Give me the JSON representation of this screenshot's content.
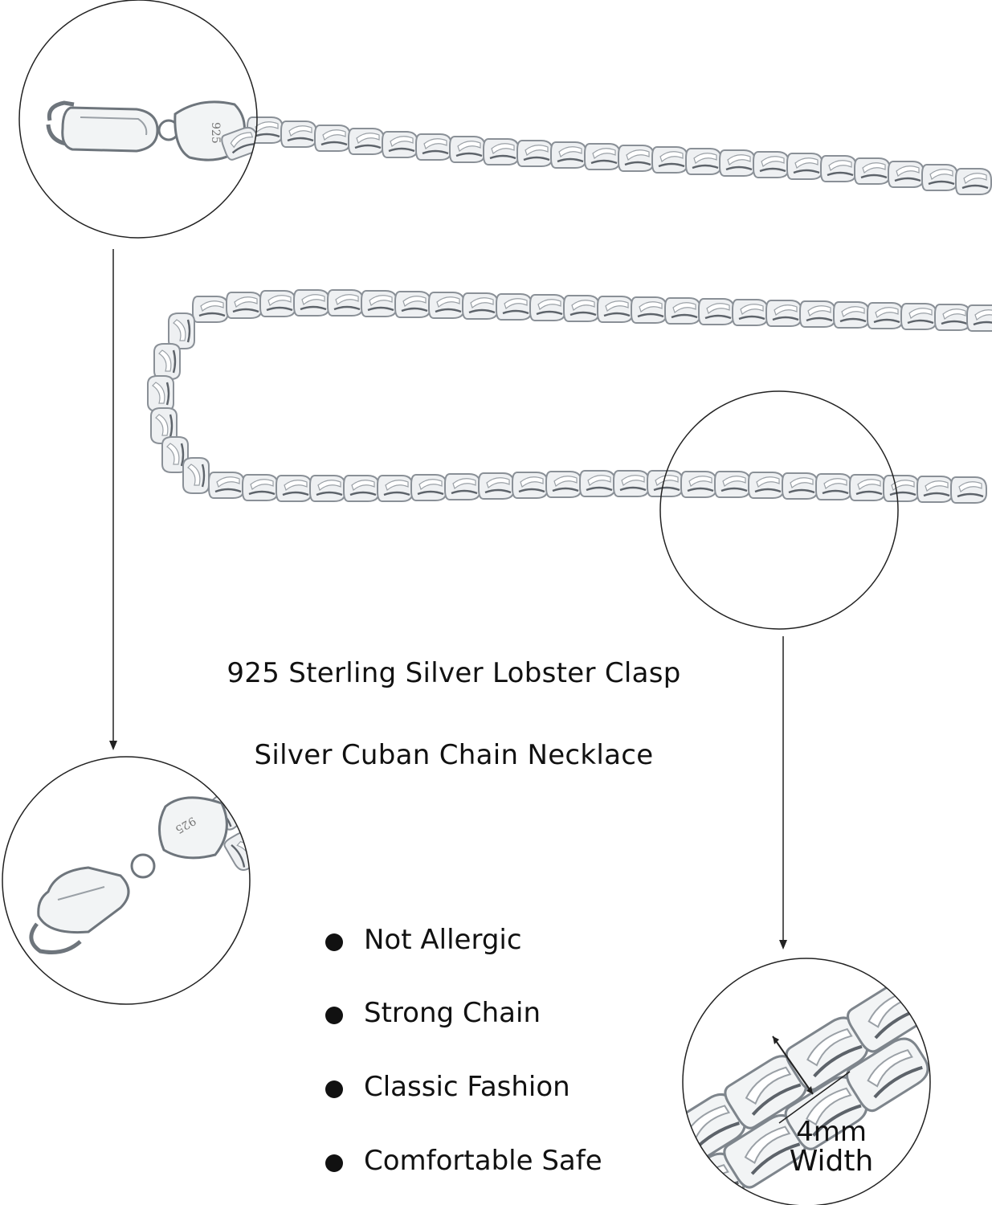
{
  "titles": {
    "line1": "925 Sterling Silver Lobster Clasp",
    "line2": "Silver Cuban Chain Necklace"
  },
  "features": [
    "Not Allergic",
    "Strong Chain",
    "Classic Fashion",
    "Comfortable Safe"
  ],
  "callout": {
    "width_value": "4mm",
    "width_word": "Width"
  },
  "stamp_text": "925",
  "colors": {
    "background": "#ffffff",
    "chain_fill": "#eef0f2",
    "chain_outline": "#8a9097",
    "chain_shadow": "#5d636a",
    "text": "#111111"
  }
}
